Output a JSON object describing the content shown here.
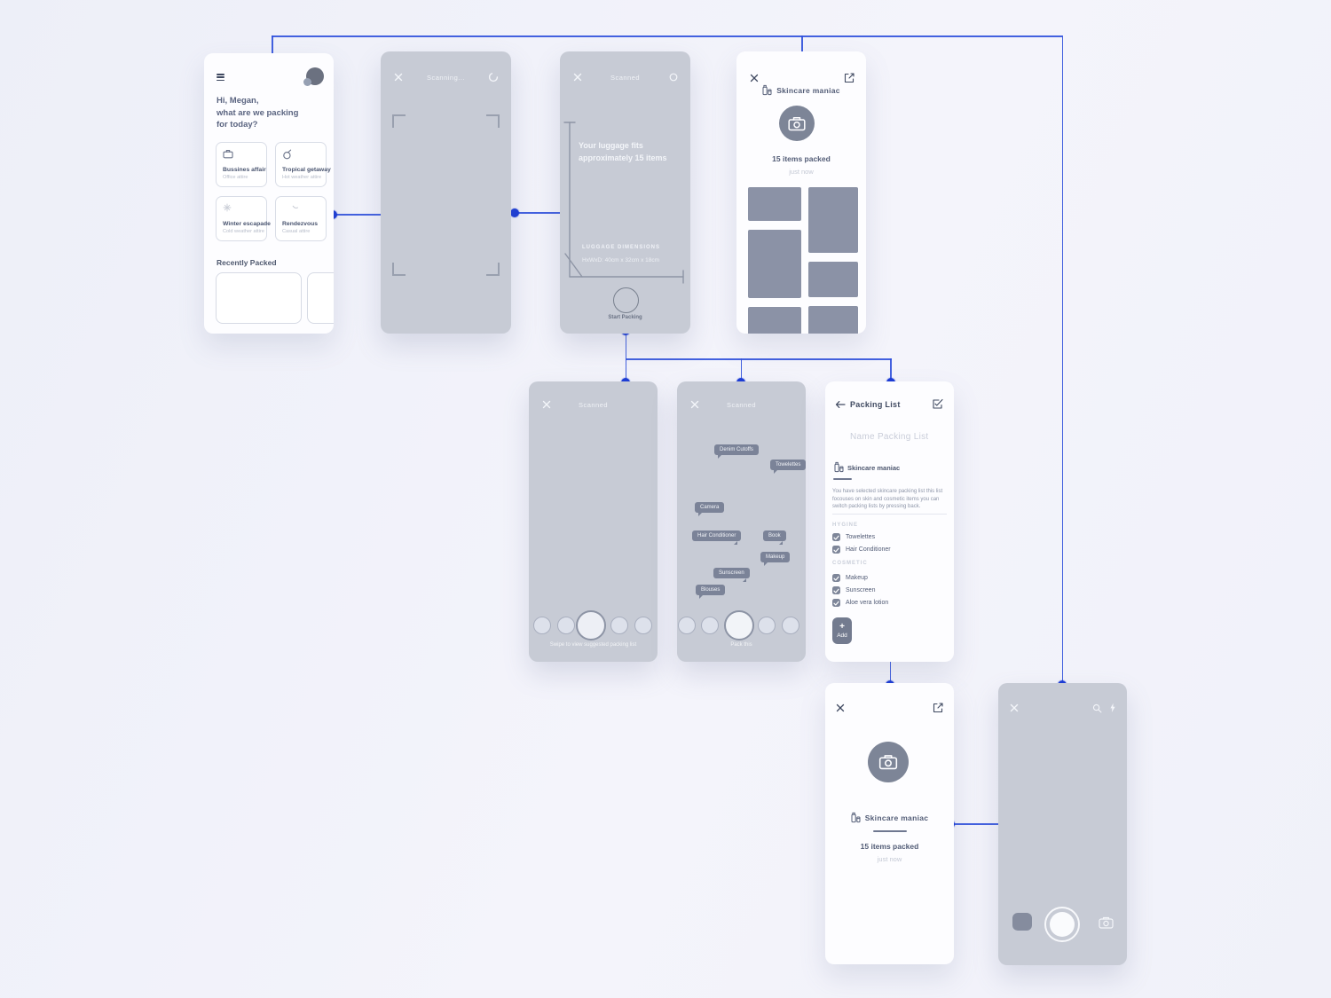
{
  "colors": {
    "accent_blue": "#1c3cd6",
    "connector_blue": "#3051dc",
    "screen_gray": "#c7cbd5",
    "block_gray": "#8b92a6",
    "tag_gray": "#7b8398",
    "text_dark": "#4d576f",
    "text_muted": "#b7bdca"
  },
  "icons": [
    "hamburger-menu-icon",
    "avatar",
    "briefcase-icon",
    "drink-icon",
    "snowflake-icon",
    "sparkle-icon",
    "close-icon",
    "spinner-icon",
    "circle-icon",
    "edit-icon",
    "skincare-products-icon",
    "camera-icon",
    "back-arrow-icon",
    "checklist-edit-icon",
    "checkbox-check-icon",
    "search-icon",
    "flash-icon",
    "camera-flip-icon"
  ],
  "home": {
    "greeting_lines": [
      "Hi, Megan,",
      "what are we packing",
      "for today?"
    ],
    "cards": [
      {
        "title": "Bussines affair",
        "subtitle": "Office attire"
      },
      {
        "title": "Tropical getaway",
        "subtitle": "Hot weather attire"
      },
      {
        "title": "Winter escapade",
        "subtitle": "Cold weather attire"
      },
      {
        "title": "Rendezvous",
        "subtitle": "Casual attire"
      }
    ],
    "recently_packed_label": "Recently Packed"
  },
  "scanning": {
    "title": "Scanning..."
  },
  "scan_result": {
    "title": "Scanned",
    "message_lines": [
      "Your luggage fits",
      "approximately 15 items"
    ],
    "dimensions_label": "LUGGAGE DIMENSIONS",
    "dimensions_value": "HxWxD: 40cm x 32cm x 18cm",
    "start_button_label": "Start Packing"
  },
  "packed_gallery": {
    "list_name": "Skincare maniac",
    "items_count": "15 items packed",
    "timestamp": "just now"
  },
  "scanned_empty": {
    "title": "Scanned",
    "hint": "Swipe to view suggested packing list"
  },
  "scanned_tags": {
    "title": "Scanned",
    "tags": [
      "Denim Cutoffs",
      "Towelettes",
      "Camera",
      "Hair Conditioner",
      "Book",
      "Makeup",
      "Sunscreen",
      "Blouses"
    ],
    "hint": "Pack this"
  },
  "packing_list": {
    "title": "Packing List",
    "name_placeholder": "Name Packing List",
    "list_name": "Skincare maniac",
    "description": "You have selected skincare packing list this list focouses on skin and cosmetic items you can switch packing lists by pressing back.",
    "sections": [
      {
        "label": "HYGINE",
        "items": [
          {
            "label": "Towelettes"
          },
          {
            "label": "Hair Conditioner"
          }
        ]
      },
      {
        "label": "COSMETIC",
        "items": [
          {
            "label": "Makeup"
          },
          {
            "label": "Sunscreen"
          },
          {
            "label": "Aloe vera lotion"
          }
        ]
      }
    ],
    "add_button": {
      "plus": "+",
      "label": "Add"
    }
  },
  "list_summary": {
    "list_name": "Skincare maniac",
    "items_count": "15 items packed",
    "timestamp": "just now"
  }
}
